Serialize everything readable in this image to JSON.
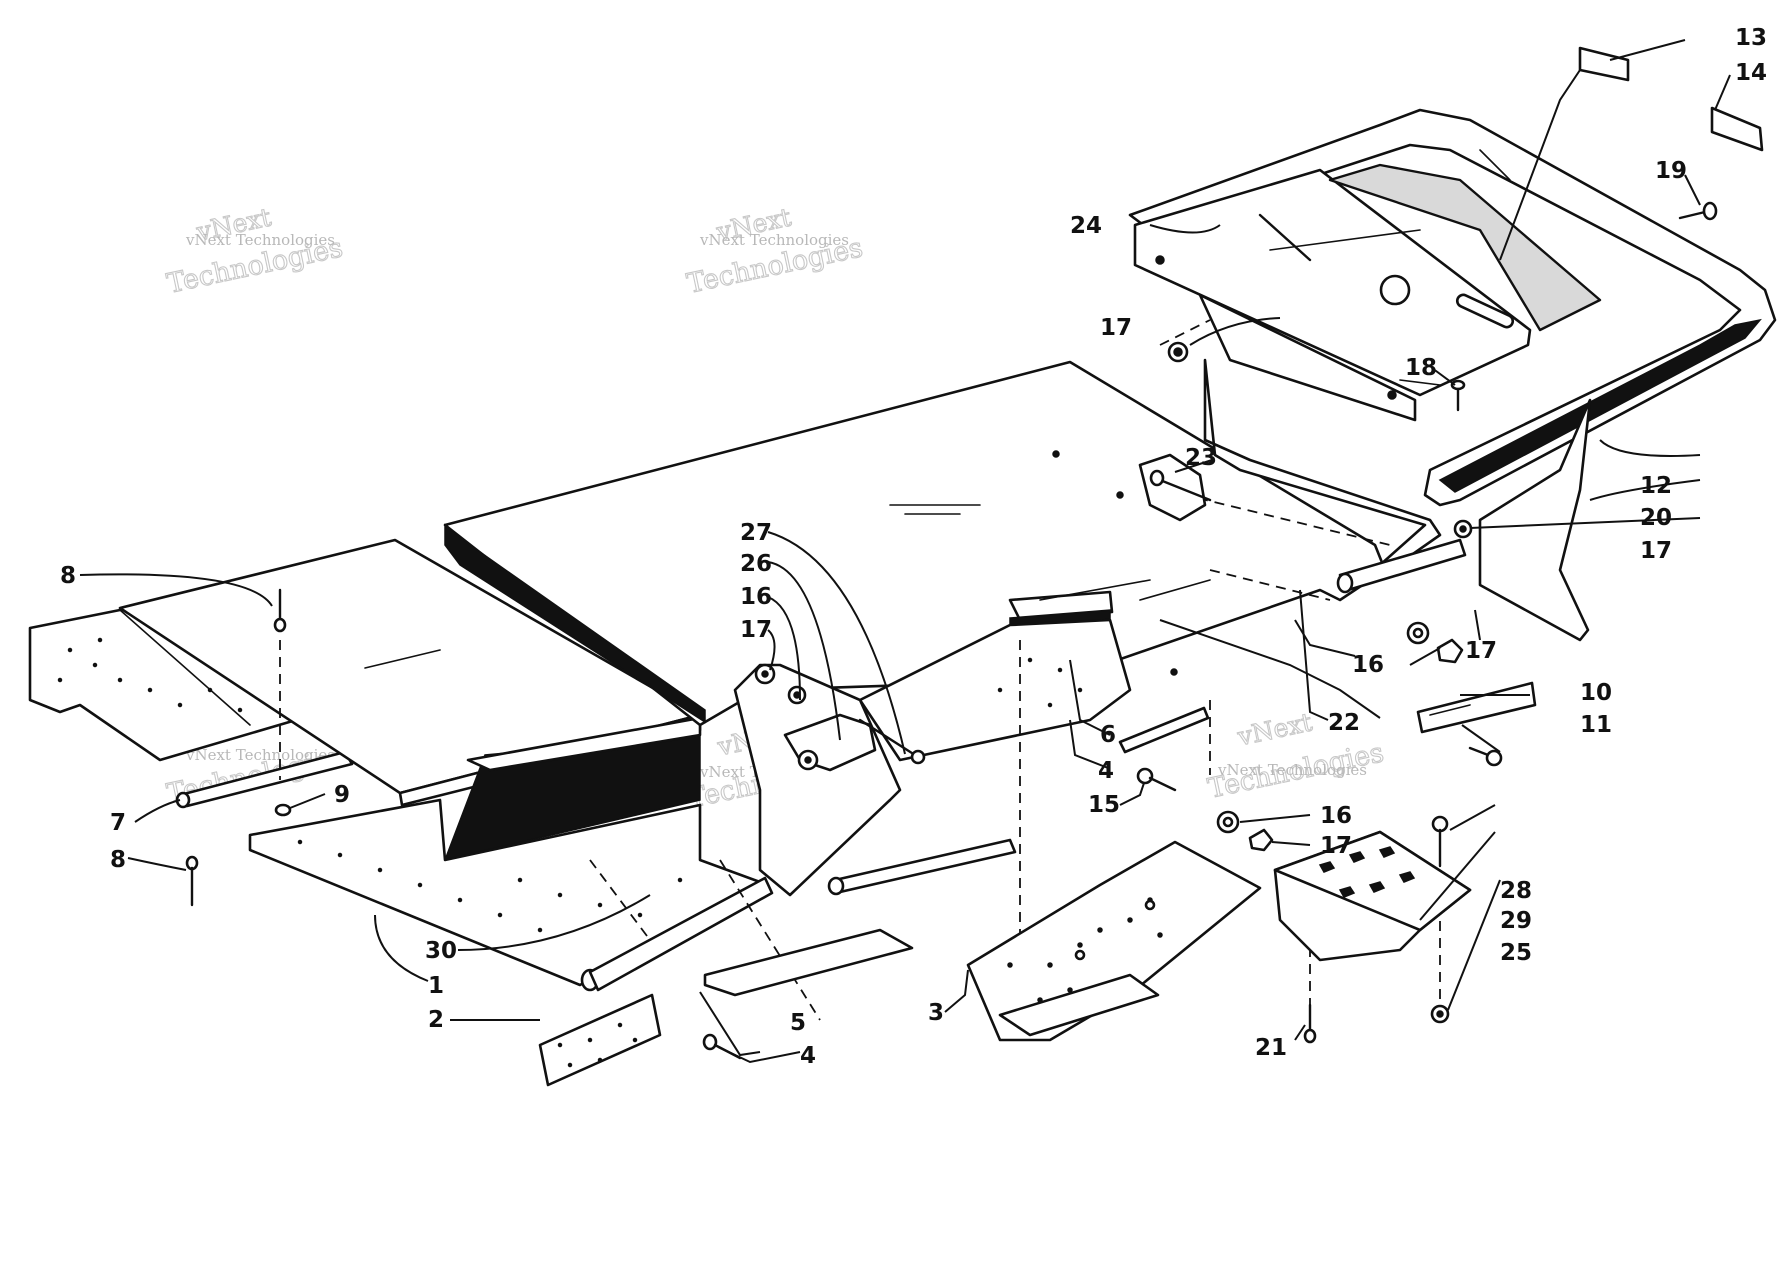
{
  "diagram": {
    "callouts": [
      {
        "id": "c1",
        "label": "1"
      },
      {
        "id": "c2",
        "label": "2"
      },
      {
        "id": "c3",
        "label": "3"
      },
      {
        "id": "c4a",
        "label": "4"
      },
      {
        "id": "c4b",
        "label": "4"
      },
      {
        "id": "c5",
        "label": "5"
      },
      {
        "id": "c6",
        "label": "6"
      },
      {
        "id": "c7",
        "label": "7"
      },
      {
        "id": "c8a",
        "label": "8"
      },
      {
        "id": "c8b",
        "label": "8"
      },
      {
        "id": "c9",
        "label": "9"
      },
      {
        "id": "c10",
        "label": "10"
      },
      {
        "id": "c11",
        "label": "11"
      },
      {
        "id": "c12",
        "label": "12"
      },
      {
        "id": "c13",
        "label": "13"
      },
      {
        "id": "c14",
        "label": "14"
      },
      {
        "id": "c15",
        "label": "15"
      },
      {
        "id": "c16a",
        "label": "16"
      },
      {
        "id": "c16b",
        "label": "16"
      },
      {
        "id": "c16c",
        "label": "16"
      },
      {
        "id": "c17a",
        "label": "17"
      },
      {
        "id": "c17b",
        "label": "17"
      },
      {
        "id": "c17c",
        "label": "17"
      },
      {
        "id": "c17d",
        "label": "17"
      },
      {
        "id": "c17e",
        "label": "17"
      },
      {
        "id": "c18",
        "label": "18"
      },
      {
        "id": "c19",
        "label": "19"
      },
      {
        "id": "c20",
        "label": "20"
      },
      {
        "id": "c21",
        "label": "21"
      },
      {
        "id": "c22",
        "label": "22"
      },
      {
        "id": "c23",
        "label": "23"
      },
      {
        "id": "c24",
        "label": "24"
      },
      {
        "id": "c25",
        "label": "25"
      },
      {
        "id": "c26",
        "label": "26"
      },
      {
        "id": "c27",
        "label": "27"
      },
      {
        "id": "c28",
        "label": "28"
      },
      {
        "id": "c29",
        "label": "29"
      },
      {
        "id": "c30",
        "label": "30"
      }
    ]
  },
  "watermark": {
    "company": "vNext Technologies",
    "logo_word": "vNext",
    "logo_line": "Technologies"
  },
  "colors": {
    "ink": "#111111",
    "watermark": "#c8c8c8",
    "background": "#ffffff"
  }
}
